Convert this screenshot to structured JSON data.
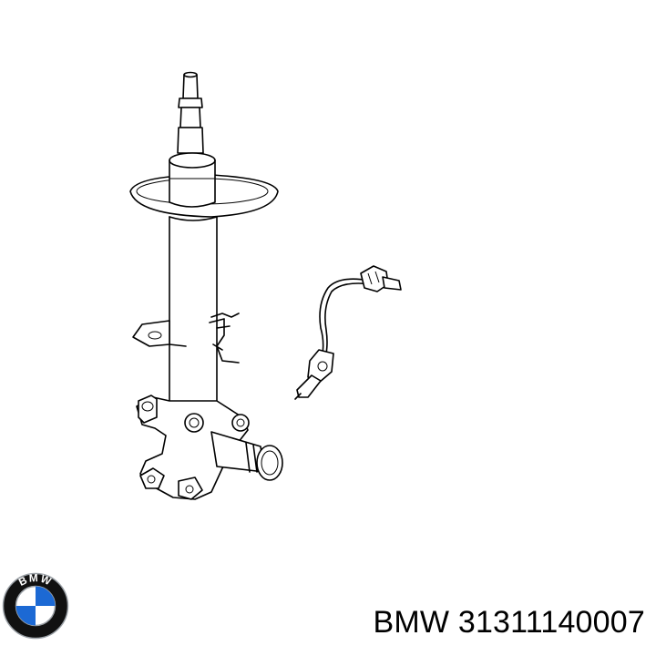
{
  "brand": {
    "logo_icon": "bmw-roundel-icon",
    "logo_letters": "BMW",
    "colors": {
      "blue": "#1c69d4",
      "black": "#111111",
      "silver": "#9aa0a6"
    }
  },
  "part_label": {
    "brand": "BMW",
    "part_number": "31311140007"
  },
  "illustration": {
    "icon": "strut-assembly-with-abs-sensor-line-drawing"
  }
}
